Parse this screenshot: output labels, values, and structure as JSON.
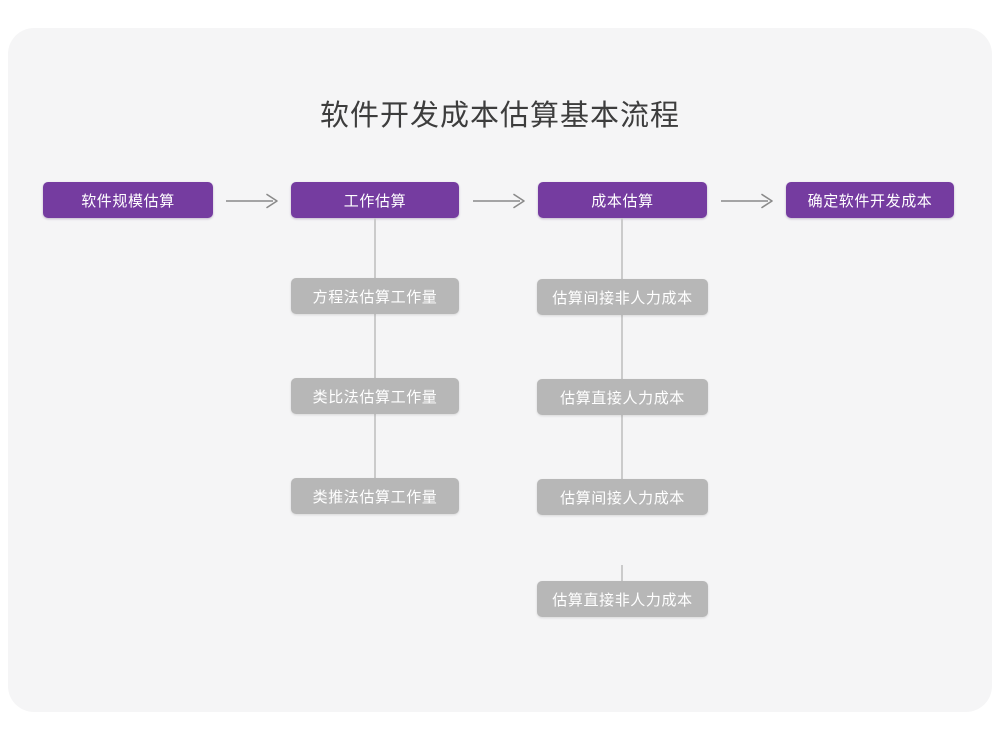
{
  "diagram": {
    "title": "软件开发成本估算基本流程",
    "colors": {
      "primary": "#753CA0",
      "secondary": "#B7B7B7",
      "canvas": "#F5F5F6",
      "page": "#FFFFFF",
      "connector": "#CBCBCB",
      "title_text": "#3D3D3D",
      "node_text": "#FFFFFF"
    },
    "main_flow": [
      {
        "id": "node-scale",
        "label": "软件规模估算",
        "level": "primary"
      },
      {
        "id": "node-effort",
        "label": "工作估算",
        "level": "primary"
      },
      {
        "id": "node-cost",
        "label": "成本估算",
        "level": "primary"
      },
      {
        "id": "node-final",
        "label": "确定软件开发成本",
        "level": "primary"
      }
    ],
    "arrows": [
      {
        "id": "arrow-1",
        "from": "软件规模估算",
        "to": "工作估算",
        "glyph": "arrow-right-icon"
      },
      {
        "id": "arrow-2",
        "from": "工作估算",
        "to": "成本估算",
        "glyph": "arrow-right-icon"
      },
      {
        "id": "arrow-3",
        "from": "成本估算",
        "to": "确定软件开发成本",
        "glyph": "arrow-right-icon"
      }
    ],
    "effort_branch": {
      "parent": "工作估算",
      "items": [
        {
          "id": "node-eq",
          "label": "方程法估算工作量",
          "level": "secondary"
        },
        {
          "id": "node-anl",
          "label": "类比法估算工作量",
          "level": "secondary"
        },
        {
          "id": "node-ind",
          "label": "类推法估算工作量",
          "level": "secondary"
        }
      ]
    },
    "cost_branch": {
      "parent": "成本估算",
      "items": [
        {
          "id": "node-c1",
          "label": "估算间接非人力成本",
          "level": "secondary"
        },
        {
          "id": "node-c2",
          "label": "估算直接人力成本",
          "level": "secondary"
        },
        {
          "id": "node-c3",
          "label": "估算间接人力成本",
          "level": "secondary"
        },
        {
          "id": "node-c4",
          "label": "估算直接非人力成本",
          "level": "secondary"
        }
      ]
    }
  }
}
